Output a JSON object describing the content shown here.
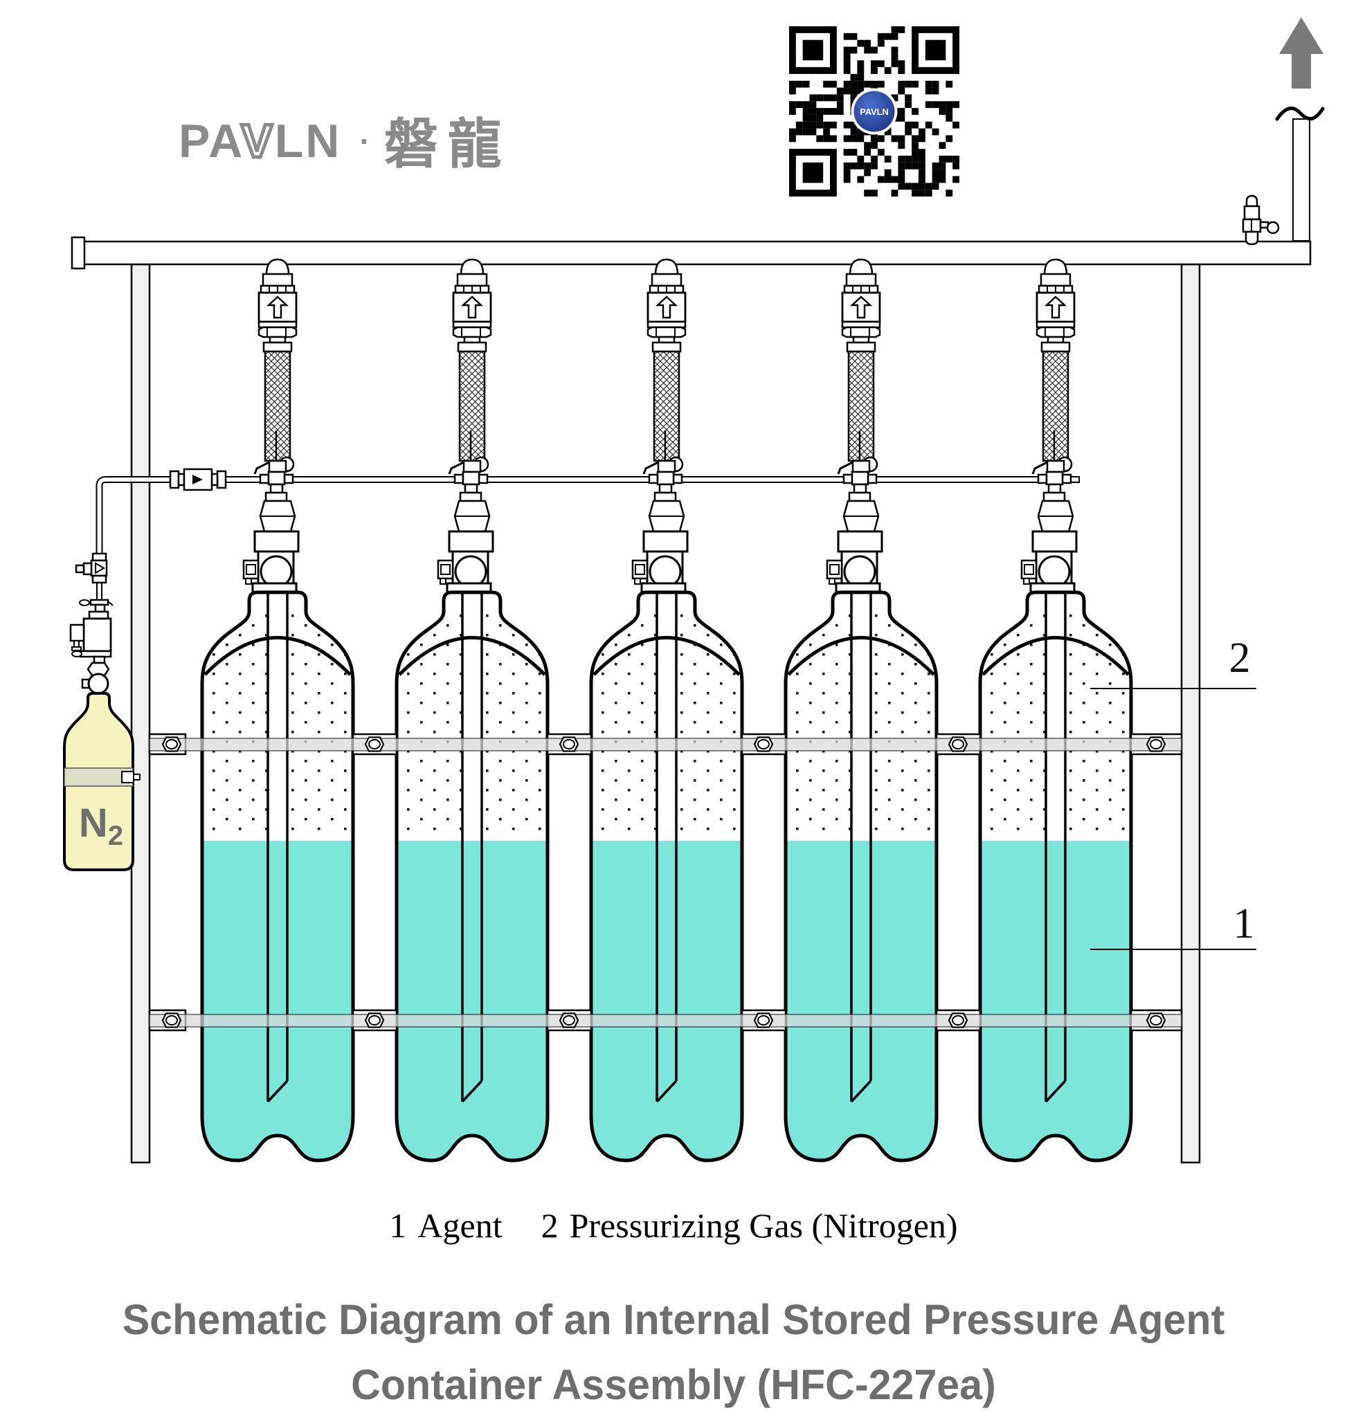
{
  "brand": {
    "latin_pre": "PA",
    "latin_v": "V",
    "latin_post": "LN",
    "separator": "·",
    "cjk": "磐龍"
  },
  "qr": {
    "center_label": "PAVLN"
  },
  "pilot_cylinder_label": {
    "symbol": "N",
    "subscript": "2"
  },
  "callouts": {
    "gas": {
      "num": "2"
    },
    "agent": {
      "num": "1"
    }
  },
  "caption": {
    "items": [
      {
        "num": "1",
        "label": "Agent"
      },
      {
        "num": "2",
        "label": "Pressurizing Gas (Nitrogen)"
      }
    ]
  },
  "title": {
    "line1": "Schematic Diagram of an Internal Stored Pressure Agent",
    "line2": "Container Assembly (HFC-227ea)"
  },
  "colors": {
    "agent_liquid": "#7ce6da",
    "nitrogen_bottle": "#f6f3c1",
    "brand_gray": "#8a8a8a",
    "title_gray": "#6e6e6e",
    "arrow_gray": "#7a7a7a",
    "n2_text": "#6f6f6f"
  }
}
